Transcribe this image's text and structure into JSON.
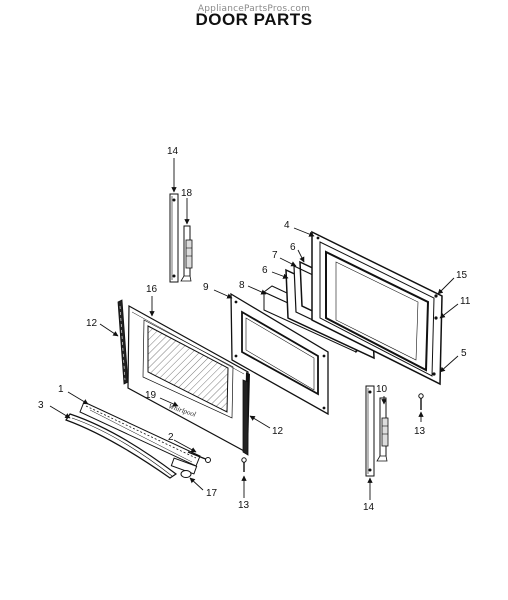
{
  "watermark": "AppliancePartsPros.com",
  "title": "DOOR PARTS",
  "brand_logo_text": "Whirlpool",
  "callouts": {
    "c1": "1",
    "c2": "2",
    "c3": "3",
    "c4": "4",
    "c5": "5",
    "c6a": "6",
    "c6b": "6",
    "c7": "7",
    "c8": "8",
    "c9": "9",
    "c10": "10",
    "c11": "11",
    "c12a": "12",
    "c12b": "12",
    "c13a": "13",
    "c13b": "13",
    "c14a": "14",
    "c14b": "14",
    "c15": "15",
    "c16": "16",
    "c17": "17",
    "c18": "18",
    "c19": "19"
  }
}
